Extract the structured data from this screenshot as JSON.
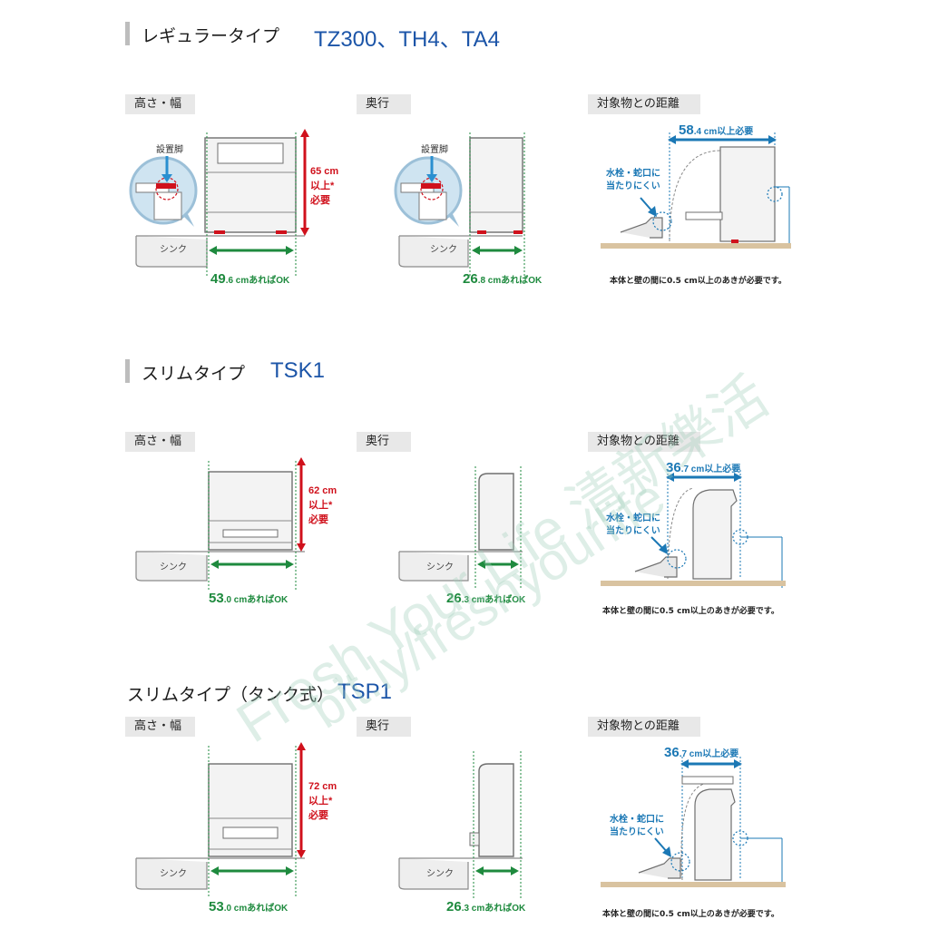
{
  "sections": [
    {
      "title": "レギュラータイプ",
      "models": "TZ300、TH4、TA4",
      "height_width_label": "高さ・幅",
      "depth_label": "奥行",
      "clearance_label": "対象物との距離",
      "foot_label": "設置脚",
      "sink_label": "シンク",
      "height_value": "65 cm",
      "height_note1": "以上*",
      "height_note2": "必要",
      "width_num": "49",
      "width_rest": ".6 cmあればOK",
      "depth_num": "26",
      "depth_rest": ".8 cmあればOK",
      "clear_num": "58",
      "clear_rest": ".4 cm以上必要",
      "faucet1": "水栓・蛇口に",
      "faucet2": "当たりにくい",
      "gap_note": "本体と壁の間に0.5 cm以上のあきが必要です。"
    },
    {
      "title": "スリムタイプ",
      "models": "TSK1",
      "height_width_label": "高さ・幅",
      "depth_label": "奥行",
      "clearance_label": "対象物との距離",
      "sink_label": "シンク",
      "height_value": "62 cm",
      "height_note1": "以上*",
      "height_note2": "必要",
      "width_num": "53",
      "width_rest": ".0 cmあればOK",
      "depth_num": "26",
      "depth_rest": ".3 cmあればOK",
      "clear_num": "36",
      "clear_rest": ".7 cm以上必要",
      "faucet1": "水栓・蛇口に",
      "faucet2": "当たりにくい",
      "gap_note": "本体と壁の間に0.5 cm以上のあきが必要です。"
    },
    {
      "title": "スリムタイプ（タンク式）",
      "models": "TSP1",
      "height_width_label": "高さ・幅",
      "depth_label": "奥行",
      "clearance_label": "対象物との距離",
      "sink_label": "シンク",
      "height_value": "72 cm",
      "height_note1": "以上*",
      "height_note2": "必要",
      "width_num": "53",
      "width_rest": ".0 cmあればOK",
      "depth_num": "26",
      "depth_rest": ".3 cmあればOK",
      "clear_num": "36",
      "clear_rest": ".7 cm以上必要",
      "faucet1": "水栓・蛇口に",
      "faucet2": "当たりにくい",
      "gap_note": "本体と壁の間に0.5 cm以上のあきが必要です。"
    }
  ],
  "watermark": {
    "line1": "Fresh Your Life 清新樂活",
    "line2": "bit.ly/freshyourlife"
  },
  "colors": {
    "green": "#1e8a3e",
    "red": "#d0111c",
    "blue": "#1b78b5",
    "model_blue": "#1c55a8"
  }
}
